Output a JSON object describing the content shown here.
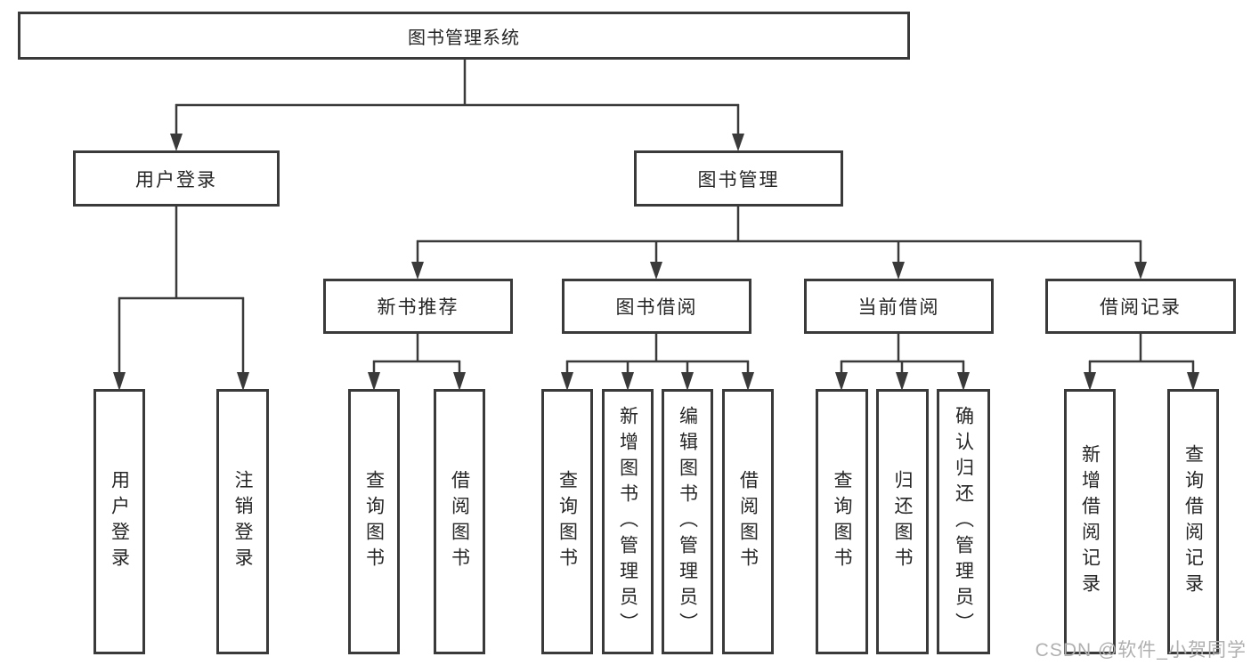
{
  "tree": {
    "root": "图书管理系统",
    "children": [
      {
        "label": "用户登录",
        "children": [
          "用户登录",
          "注销登录"
        ]
      },
      {
        "label": "图书管理",
        "children": [
          {
            "label": "新书推荐",
            "children": [
              "查询图书",
              "借阅图书"
            ]
          },
          {
            "label": "图书借阅",
            "children": [
              "查询图书",
              "新增图书（管理员）",
              "编辑图书（管理员）",
              "借阅图书"
            ]
          },
          {
            "label": "当前借阅",
            "children": [
              "查询图书",
              "归还图书",
              "确认归还（管理员）"
            ]
          },
          {
            "label": "借阅记录",
            "children": [
              "新增借阅记录",
              "查询借阅记录"
            ]
          }
        ]
      }
    ]
  },
  "watermark": {
    "text": "CSDN @软件_小贺同学"
  },
  "colors": {
    "line": "#3a3a3a",
    "text": "#262626",
    "watermark": "#b0b0b0",
    "background": "#ffffff"
  }
}
